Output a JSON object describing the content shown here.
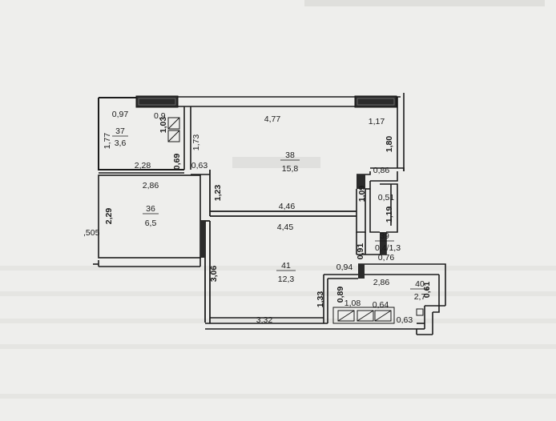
{
  "rooms": [
    {
      "id": "r37",
      "number": "37",
      "area": "3,6"
    },
    {
      "id": "r38",
      "number": "38",
      "area": "15,8"
    },
    {
      "id": "r36",
      "number": "36",
      "area": "6,5"
    },
    {
      "id": "r39",
      "number": "39",
      "area": "0,4/1,3"
    },
    {
      "id": "r41",
      "number": "41",
      "area": "12,3"
    },
    {
      "id": "r40",
      "number": "40",
      "area": "2,7"
    }
  ],
  "dimensions": {
    "d097": "0,97",
    "d09": "0,9",
    "d103": "1,03",
    "d477": "4,77",
    "d117": "1,17",
    "d177": "1,77",
    "d173": "1,73",
    "d180": "1,80",
    "d069": "0,69",
    "d063": "0,63",
    "d228": "2,28",
    "d286a": "2,86",
    "d086": "0,86",
    "d123": "1,23",
    "d109": "1,09",
    "d051": "0,51",
    "d119": "1,19",
    "d229": "2,29",
    "d446": "4,46",
    "d445": "4,45",
    "d505": ",505",
    "d091": "0,91",
    "d076": "0,76",
    "d094": "0,94",
    "d306": "3,06",
    "d286b": "2,86",
    "d089": "0,89",
    "d061": "0,61",
    "d133": "1,33",
    "d108": "1,08",
    "d064": "0,64",
    "d332": "3,32",
    "d063b": "0,63"
  }
}
